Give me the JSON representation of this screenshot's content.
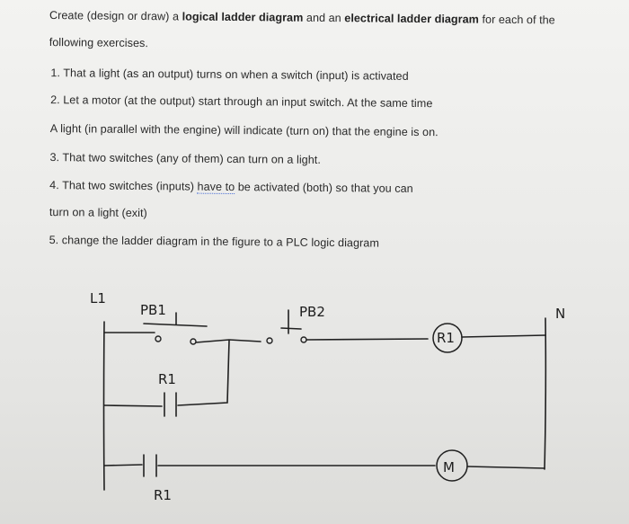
{
  "document": {
    "line1": {
      "pre": "Create (design or draw) a ",
      "bold1": "logical ladder diagram",
      "mid": " and an ",
      "bold2": "electrical ladder diagram",
      "post": " for each of the"
    },
    "line2": "following exercises.",
    "line3": "1. That a light (as an output) turns on when a switch (input) is activated",
    "line4": "2. Let a motor (at the output) start through an input switch. At the same time",
    "line5": "A light (in parallel with the engine) will indicate (turn on) that the engine is on.",
    "line6": "3. That two switches (any of them) can turn on a light.",
    "line7": {
      "pre": "4. That two switches (inputs) ",
      "dotted": "have to",
      "post": " be activated (both) so that you can"
    },
    "line8": "turn on a light (exit)",
    "line9": "5. change the ladder diagram in the figure to a PLC logic diagram"
  },
  "diagram": {
    "left_rail_label": "L1",
    "right_rail_label": "N",
    "pb1_label": "PB1",
    "pb2_label": "PB2",
    "holding_contact_label": "R1",
    "lower_contact_label": "R1",
    "coil_r1_label": "R1",
    "motor_label": "M"
  }
}
